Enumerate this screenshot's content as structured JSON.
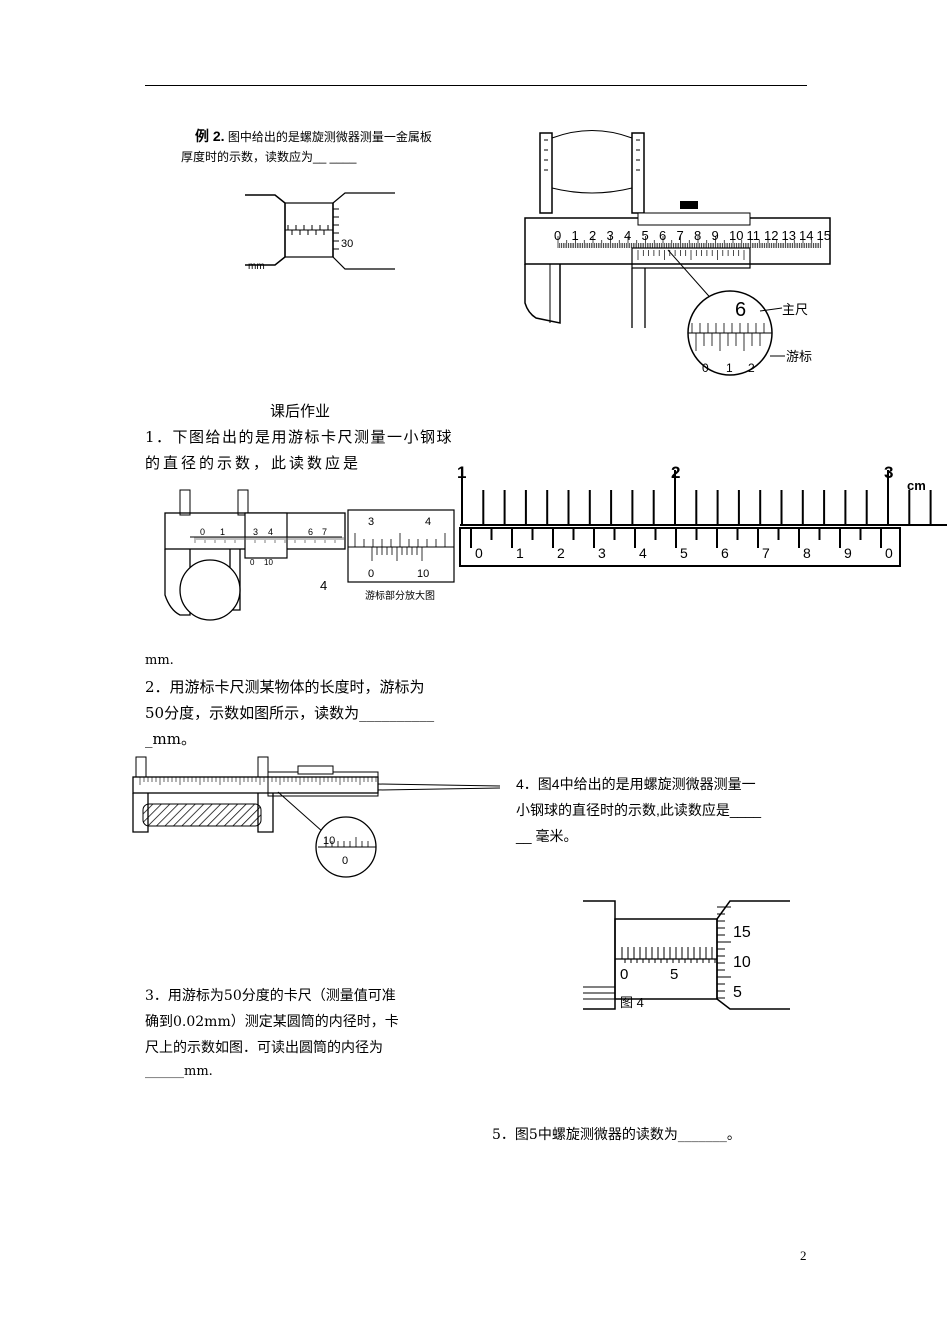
{
  "example2": {
    "label": "例 2.",
    "line1": "图中给出的是螺旋测微器测量一金属板",
    "line2": "厚度时的示数，读数应为__ ____",
    "mm": "mm",
    "tick30": "30"
  },
  "caliper_top": {
    "main_scale": [
      "0",
      "1",
      "2",
      "3",
      "4",
      "5",
      "6",
      "7",
      "8",
      "9",
      "10",
      "11",
      "12",
      "13",
      "14",
      "15"
    ],
    "main_label": "主尺",
    "vernier_label": "游标",
    "zoom_digits": [
      "0",
      "1",
      "2"
    ],
    "zoom_big": "6"
  },
  "homework": {
    "title": "课后作业",
    "q1_line1": "1．下图给出的是用游标卡尺测量一小钢球",
    "q1_line2": "的直径的示数，此读数应是",
    "q1_unit": "mm.",
    "q2_line1": "2．用游标卡尺测某物体的长度时，游标为",
    "q2_line2": "50分度，示数如图所示，读数为__________",
    "q2_line3": "_mm。",
    "q3_line1": "3．用游标为50分度的卡尺（测量值可准",
    "q3_line2": "确到0.02mm）测定某圆筒的内径时，卡",
    "q3_line3": "尺上的示数如图．可读出圆筒的内径为",
    "q3_line4": "______mm.",
    "q4_line1": "4．图4中给出的是用螺旋测微器测量一",
    "q4_line2": "小钢球的直径时的示数,此读数应是____",
    "q4_line3": "__ 毫米。",
    "q5": "5．图5中螺旋测微器的读数为_______。"
  },
  "fig1": {
    "main_digits": [
      "0",
      "1",
      "3",
      "4",
      "6",
      "7"
    ],
    "vernier_digits": [
      "0",
      "10"
    ],
    "zoom_top": [
      "3",
      "4"
    ],
    "zoom_bottom": [
      "0",
      "10"
    ],
    "zoom_caption": "游标部分放大图",
    "fig_no": "4"
  },
  "big_scale": {
    "cm_digits": [
      "1",
      "2",
      "3"
    ],
    "unit": "cm",
    "vernier_digits": [
      "0",
      "1",
      "2",
      "3",
      "4",
      "5",
      "6",
      "7",
      "8",
      "9",
      "0"
    ]
  },
  "fig2": {
    "zoom_digits": [
      "10",
      "0"
    ]
  },
  "fig4": {
    "thimble": [
      "15",
      "10",
      "5"
    ],
    "sleeve": [
      "0",
      "5"
    ],
    "caption": "图  4"
  },
  "page_number": "2"
}
